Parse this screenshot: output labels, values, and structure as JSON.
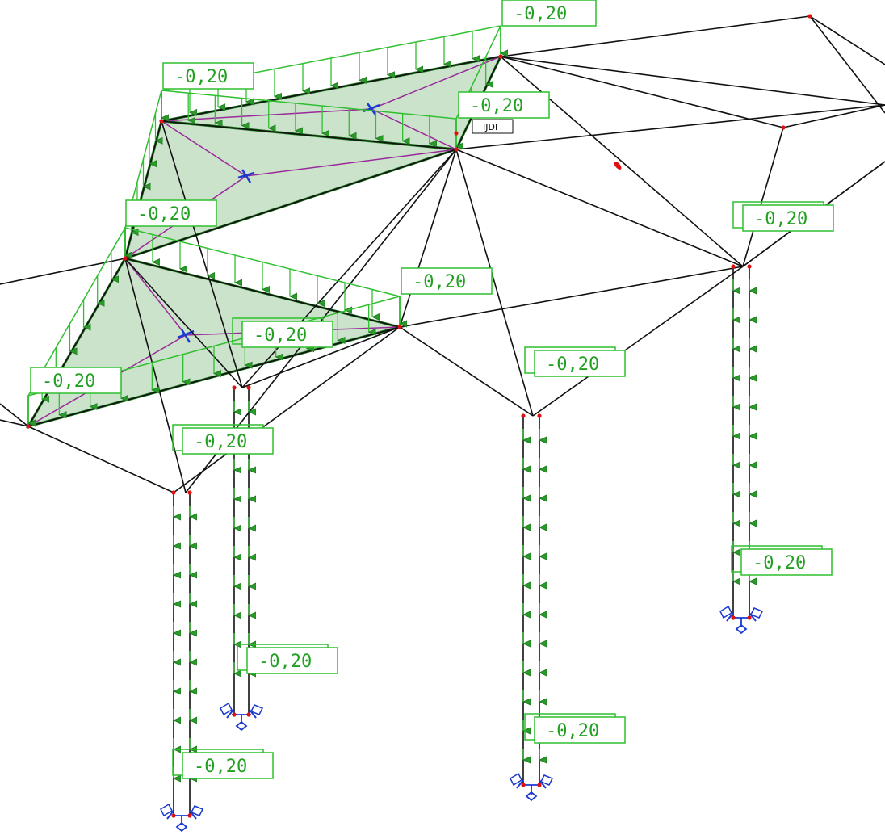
{
  "view": {
    "background": "#ffffff",
    "colors": {
      "member": "#111111",
      "load": "#2fbf2f",
      "load_arrow": "#2a9a2a",
      "panel_fill": "#b9d8b9",
      "panel_edge": "#1e7a1e",
      "axis": "#9a2a9a",
      "node": "#e01010",
      "support": "#1a3ad0",
      "label_border": "#2fbf2f",
      "label_text": "#22a022"
    },
    "node_tag": "IJDI",
    "load_labels": [
      {
        "text": "-0,20"
      },
      {
        "text": "-0,20"
      },
      {
        "text": "-0,20"
      },
      {
        "text": "-0,20"
      },
      {
        "text": "-0,20"
      },
      {
        "text": "-0,20"
      },
      {
        "text": "-0,20"
      },
      {
        "text": "-0,20"
      },
      {
        "text": "-0,20"
      },
      {
        "text": "-0,20"
      },
      {
        "text": "-0,20"
      },
      {
        "text": "-0,20"
      },
      {
        "text": "-0,20"
      },
      {
        "text": "-0,20"
      }
    ]
  }
}
